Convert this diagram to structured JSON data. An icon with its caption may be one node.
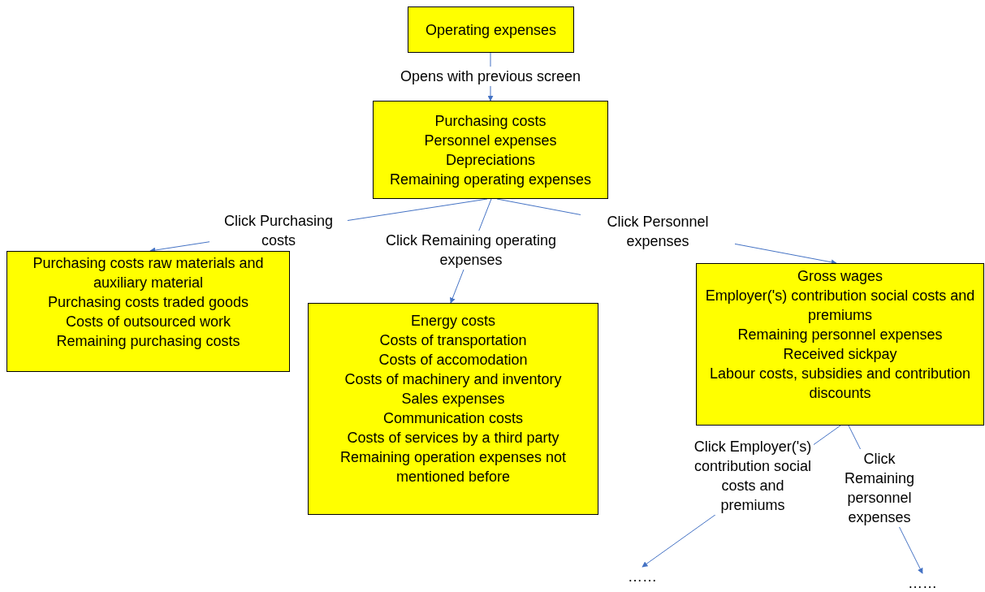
{
  "diagram": {
    "nodes": [
      {
        "text": [
          "Operating expenses"
        ]
      },
      {
        "text": [
          "Purchasing costs",
          "Personnel expenses",
          "Depreciations",
          "Remaining operating expenses"
        ]
      },
      {
        "text": [
          "Purchasing costs raw materials and auxiliary material",
          "Purchasing costs traded goods",
          "Costs of outsourced work",
          "Remaining purchasing costs"
        ]
      },
      {
        "text": [
          "Energy costs",
          "Costs of transportation",
          "Costs of accomodation",
          "Costs of machinery and inventory",
          "Sales expenses",
          "Communication costs",
          "Costs of services by a third party",
          "Remaining operation expenses not mentioned before"
        ]
      },
      {
        "text": [
          "Gross wages",
          "Employer('s) contribution social costs and premiums",
          "Remaining personnel expenses",
          "Received sickpay",
          "Labour costs, subsidies and contribution discounts"
        ]
      },
      {
        "text": [
          "……"
        ]
      },
      {
        "text": [
          "……"
        ]
      }
    ],
    "edges": [
      {
        "from": 0,
        "to": 1,
        "arrow": "to",
        "label": "Opens with previous screen"
      },
      {
        "from": 1,
        "to": 2,
        "arrow": "to",
        "label": "Click Purchasing costs"
      },
      {
        "from": 1,
        "to": 3,
        "arrow": "to",
        "label": "Click Remaining operating expenses"
      },
      {
        "from": 1,
        "to": 4,
        "arrow": "to",
        "label": "Click Personnel expenses"
      },
      {
        "from": 4,
        "to": 5,
        "arrow": "to",
        "label": "Click Employer('s) contribution social costs and premiums"
      },
      {
        "from": 4,
        "to": 6,
        "arrow": "to",
        "label": "Click Remaining personnel expenses"
      }
    ]
  }
}
